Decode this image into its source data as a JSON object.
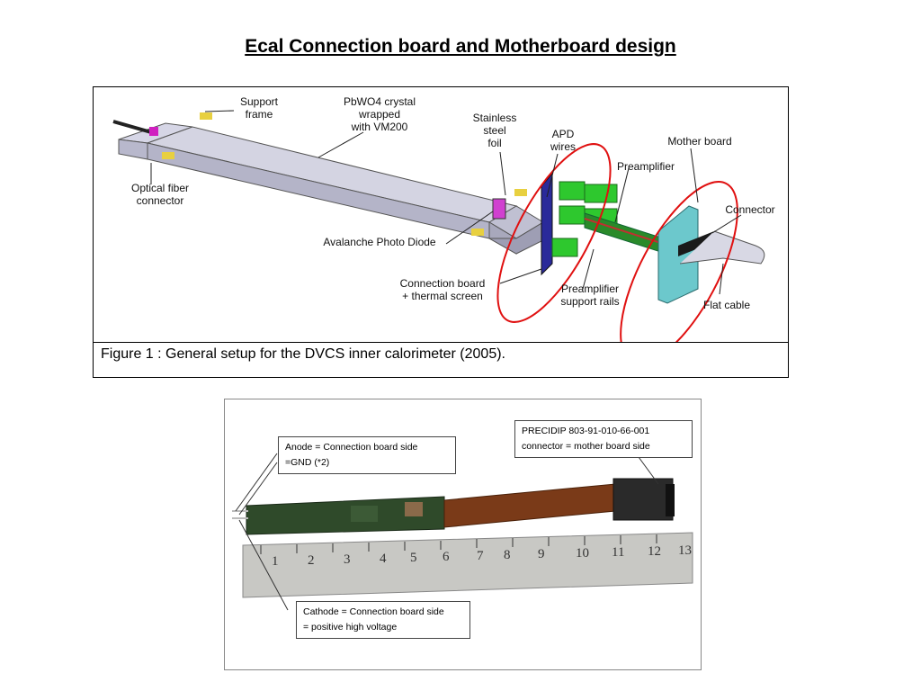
{
  "title": "Ecal Connection board and Motherboard design",
  "figure1": {
    "caption": "Figure 1 :  General setup for the DVCS inner calorimeter (2005).",
    "labels": {
      "support_frame_1": "Support",
      "support_frame_2": "frame",
      "crystal_1": "PbWO4 crystal",
      "crystal_2": "wrapped",
      "crystal_3": "with VM200",
      "steel_1": "Stainless",
      "steel_2": "steel",
      "steel_3": "foil",
      "apd_1": "APD",
      "apd_2": "wires",
      "preamp": "Preamplifier",
      "motherboard": "Mother board",
      "connector": "Connector",
      "optical_1": "Optical fiber",
      "optical_2": "connector",
      "apd_diode": "Avalanche Photo Diode",
      "conn_board_1": "Connection board",
      "conn_board_2": "+ thermal screen",
      "rails_1": "Preamplifier",
      "rails_2": "support rails",
      "flat_cable": "Flat cable"
    }
  },
  "figure2": {
    "anode_1": "Anode = Connection board side",
    "anode_2": "=GND (*2)",
    "precidip_1": "PRECIDIP 803-91-010-66-001",
    "precidip_2": "connector = mother board side",
    "cathode_1": "Cathode = Connection board side",
    "cathode_2": "= positive high voltage",
    "ruler_numbers": [
      "1",
      "2",
      "3",
      "4",
      "5",
      "6",
      "7",
      "8",
      "9",
      "10",
      "11",
      "12",
      "13"
    ]
  },
  "colors": {
    "highlight_ellipse": "#e01010",
    "crystal": "#c8c8dc",
    "board_blue": "#2a2a9a",
    "preamp_green": "#2ec82e",
    "motherboard_cyan": "#6cc8cc",
    "pcb_green": "#2f4a2a",
    "flat_cable": "#7a3a18"
  }
}
